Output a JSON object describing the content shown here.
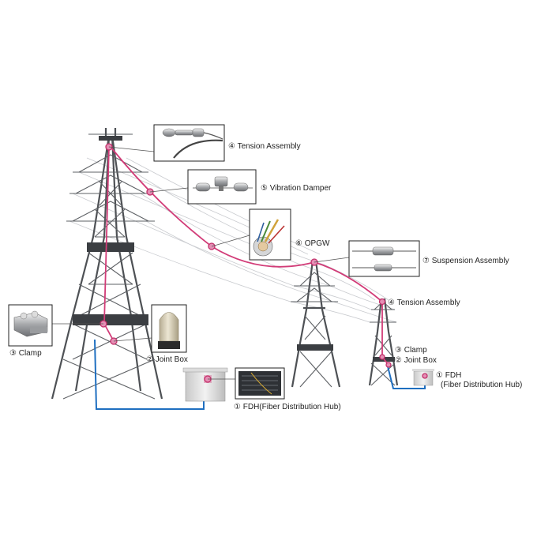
{
  "labels": {
    "tension_top": "④ Tension Assembly",
    "vibration_damper": "⑤ Vibration Damper",
    "opgw": "⑥ OPGW",
    "suspension": "⑦ Suspension Assembly",
    "tension_right": "④ Tension Assembly",
    "clamp_left": "③ Clamp",
    "joint_box_left": "② Joint Box",
    "fdh_left": "① FDH(Fiber Distribution Hub)",
    "clamp_right": "③ Clamp",
    "joint_box_right": "② Joint Box",
    "fdh_right_line1": "① FDH",
    "fdh_right_line2": "(Fiber Distribution Hub)"
  },
  "colors": {
    "opgw_line": "#d23c78",
    "fiber_line": "#1f6fc0",
    "point_marker": "#e58fb5",
    "tower_steel": "#5e6165"
  },
  "icons": {
    "tension_assembly": "tension-assembly-icon",
    "vibration_damper": "vibration-damper-icon",
    "opgw_cable": "opgw-cable-icon",
    "suspension_assembly": "suspension-assembly-icon",
    "clamp": "clamp-icon",
    "joint_box": "joint-box-icon",
    "fdh_cabinet": "fdh-cabinet-icon"
  }
}
